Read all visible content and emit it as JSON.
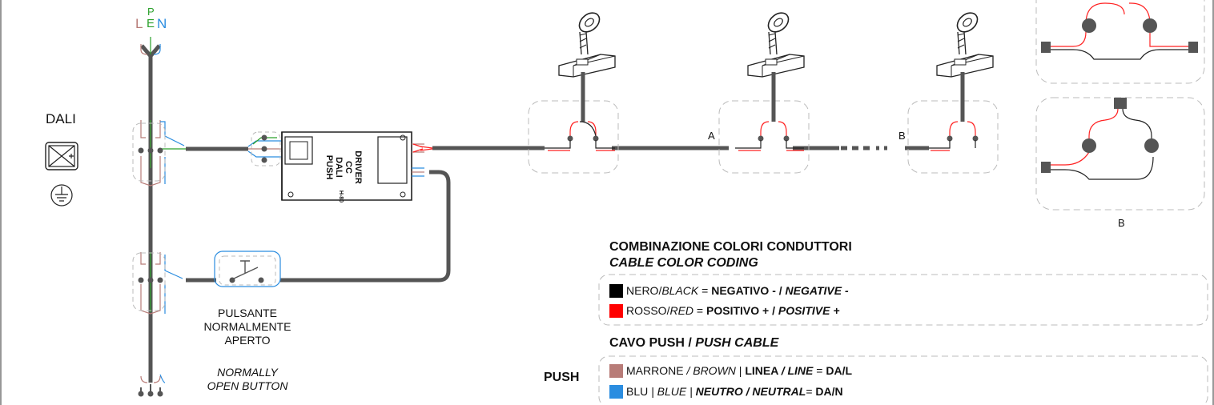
{
  "power": {
    "l": "L",
    "p": "P",
    "e": "E",
    "n": "N"
  },
  "dali": {
    "label": "DALI"
  },
  "driver": {
    "line1": "DRIVER",
    "line2": "CC",
    "line3": "DALI",
    "line4": "PUSH",
    "small": "H-80"
  },
  "points": {
    "a": "A",
    "b": "B",
    "b2": "B"
  },
  "button": {
    "it": [
      "PULSANTE",
      "NORMALMENTE",
      "APERTO"
    ],
    "en": [
      "NORMALLY",
      "OPEN BUTTON"
    ]
  },
  "legend": {
    "title": "COMBINAZIONE COLORI CONDUTTORI",
    "subtitle": "CABLE COLOR CODING",
    "black": {
      "color": "#000000",
      "it": "NERO/",
      "en": "BLACK",
      "eq": " = ",
      "desc": "NEGATIVO - / ",
      "desc_en": "NEGATIVE -"
    },
    "red": {
      "color": "#ff0000",
      "it": "ROSSO/",
      "en": "RED",
      "eq": " = ",
      "desc": "POSITIVO + / ",
      "desc_en": "POSITIVE +"
    }
  },
  "push": {
    "title": "CAVO PUSH / ",
    "title_en": "PUSH CABLE",
    "label": "PUSH",
    "brown": {
      "color": "#b87c78",
      "it": "MARRONE ",
      "en": "/ BROWN",
      "sep": " | ",
      "desc": "LINEA ",
      "desc_en": "/ LINE",
      "eq": " = ",
      "val": "DA/L"
    },
    "blue": {
      "color": "#2b8de0",
      "it": "BLU ",
      "en": "| BLUE |",
      "desc_en": " NEUTRO / NEUTRAL",
      "eq": "= ",
      "val": "DA/N"
    }
  },
  "icons": [
    "luminaire-icon",
    "power-supply-icon",
    "ground-icon",
    "dali-gear-icon"
  ]
}
